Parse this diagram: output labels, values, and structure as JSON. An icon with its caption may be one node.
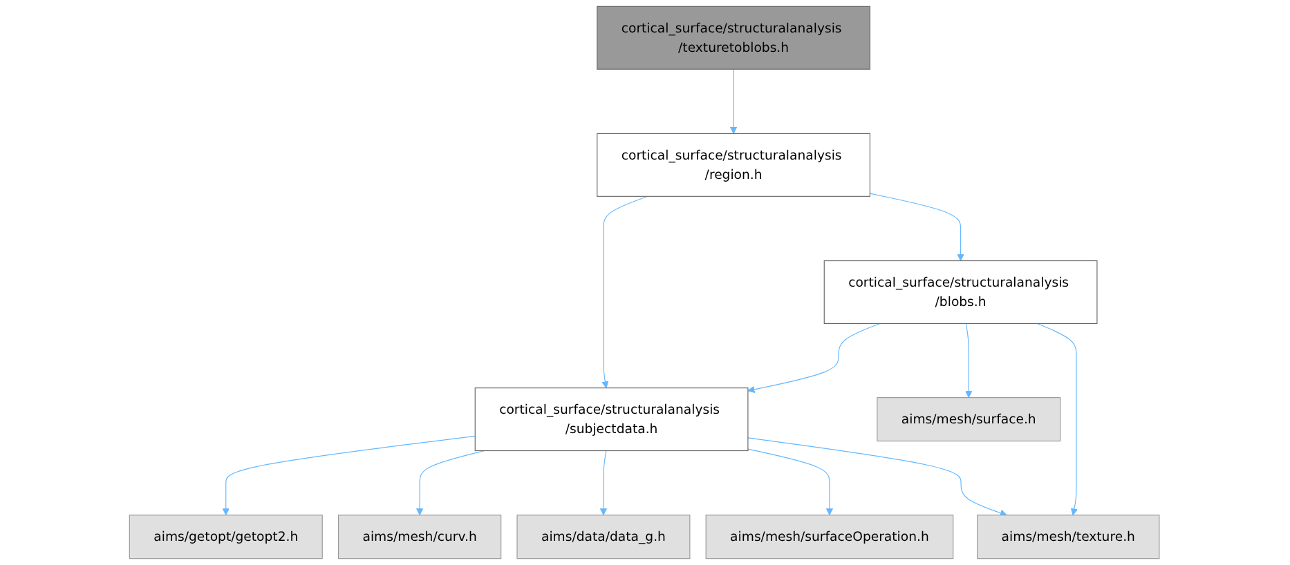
{
  "diagram": {
    "nodes": [
      {
        "text": [
          "cortical_surface/structuralanalysis /texturetoblobs.h"
        ]
      },
      {
        "text": [
          "cortical_surface/structuralanalysis /region.h"
        ]
      },
      {
        "text": [
          "cortical_surface/structuralanalysis /blobs.h"
        ]
      },
      {
        "text": [
          "cortical_surface/structuralanalysis /subjectdata.h"
        ]
      },
      {
        "text": [
          "aims/mesh/surface.h"
        ]
      },
      {
        "text": [
          "aims/getopt/getopt2.h"
        ]
      },
      {
        "text": [
          "aims/mesh/curv.h"
        ]
      },
      {
        "text": [
          "aims/data/data_g.h"
        ]
      },
      {
        "text": [
          "aims/mesh/surfaceOperation.h"
        ]
      },
      {
        "text": [
          "aims/mesh/texture.h"
        ]
      }
    ],
    "edges": [
      {
        "from": 0,
        "to": 1,
        "arrow": "to"
      },
      {
        "from": 1,
        "to": 3,
        "arrow": "to"
      },
      {
        "from": 1,
        "to": 2,
        "arrow": "to"
      },
      {
        "from": 2,
        "to": 3,
        "arrow": "to"
      },
      {
        "from": 2,
        "to": 4,
        "arrow": "to"
      },
      {
        "from": 2,
        "to": 9,
        "arrow": "to"
      },
      {
        "from": 3,
        "to": 5,
        "arrow": "to"
      },
      {
        "from": 3,
        "to": 6,
        "arrow": "to"
      },
      {
        "from": 3,
        "to": 7,
        "arrow": "to"
      },
      {
        "from": 3,
        "to": 8,
        "arrow": "to"
      },
      {
        "from": 3,
        "to": 9,
        "arrow": "to"
      }
    ]
  }
}
